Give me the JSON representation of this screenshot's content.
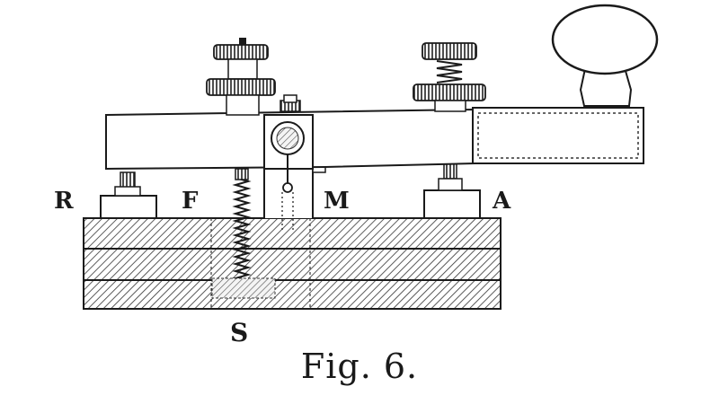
{
  "figure": {
    "labels": {
      "r": "R",
      "f": "F",
      "m": "M",
      "a": "A",
      "s": "S"
    },
    "caption": "Fig. 6."
  }
}
